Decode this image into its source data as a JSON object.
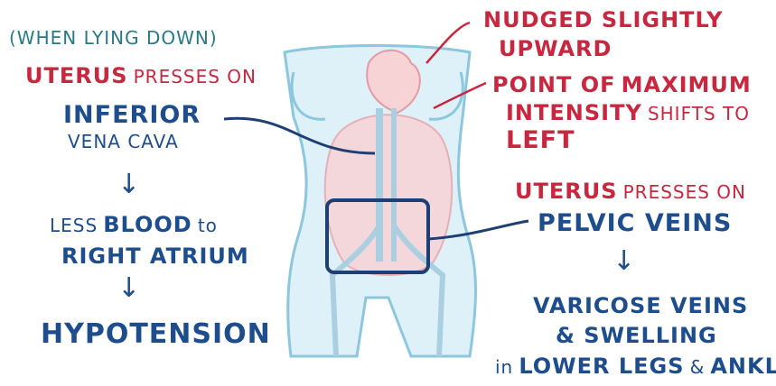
{
  "left": {
    "condition": "(when lying down)",
    "uterus_prefix": "Uterus",
    "presses_on": "presses on",
    "inferior": "Inferior",
    "vena_cava": "vena cava",
    "less": "Less",
    "blood": "Blood",
    "to": "to",
    "right_atrium": "Right atrium",
    "hypotension": "Hypotension"
  },
  "right": {
    "nudged": "Nudged slightly",
    "upward": "upward",
    "point_of": "Point of",
    "maximum": "Maximum",
    "intensity": "Intensity",
    "shifts_to": "shifts to",
    "left": "Left",
    "uterus_prefix": "Uterus",
    "presses_on": "presses on",
    "pelvic_veins": "Pelvic veins",
    "varicose_veins": "Varicose veins",
    "amp_swelling": "& Swelling",
    "in_word": "in",
    "lower_legs": "Lower legs",
    "amp": "&",
    "ankles": "Ankles"
  },
  "arrows": {
    "down_1": "↓",
    "down_2": "↓",
    "down_3": "↓"
  },
  "colors": {
    "red": "#c8283f",
    "blue": "#1d4d8c",
    "teal": "#2a7a86",
    "body_fill": "#dff1f8",
    "body_outline": "#8cc7dd",
    "uterus_fill": "#f7d3d6"
  }
}
